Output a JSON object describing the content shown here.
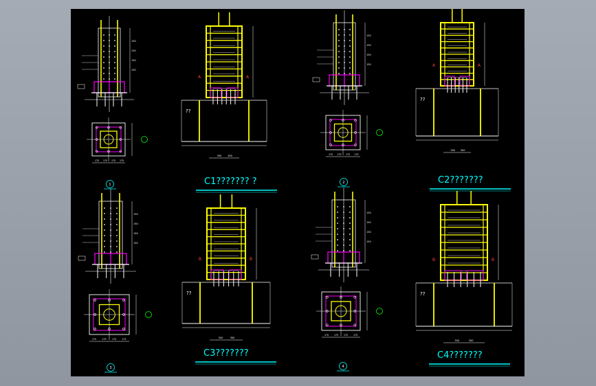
{
  "drawing": {
    "background": "#000000",
    "viewport_color": "#9aa1ab",
    "colors": {
      "column": "#ffff00",
      "plate": "#ff00ff",
      "line": "#ffffff",
      "dim": "#00ffff",
      "bolt": "#00ff00",
      "label": "#ff4040"
    }
  },
  "titles": [
    {
      "id": "c1",
      "text": "C1??????? ?"
    },
    {
      "id": "c2",
      "text": "C2???????"
    },
    {
      "id": "c3",
      "text": "C3???????"
    },
    {
      "id": "c4",
      "text": "C4???????"
    }
  ],
  "detail_markers": [
    "1",
    "2",
    "3",
    "4"
  ],
  "section_marks": {
    "c1": [
      "A",
      "A"
    ],
    "c2": [
      "A",
      "A"
    ],
    "c3": [
      "B",
      "B"
    ],
    "c4": [
      "B",
      "B"
    ]
  },
  "ground_label": "??"
}
